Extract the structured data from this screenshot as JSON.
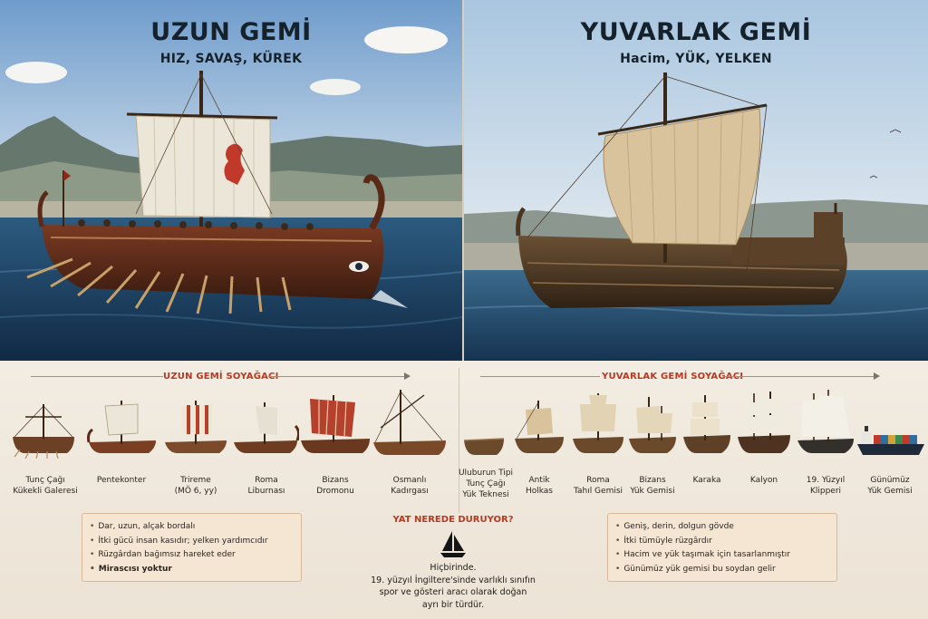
{
  "left_panel": {
    "title": "UZUN GEMİ",
    "subtitle": "HIZ, SAVAŞ, KÜREK"
  },
  "right_panel": {
    "title": "YUVARLAK GEMİ",
    "subtitle": "Hacim, YÜK, YELKEN"
  },
  "long_tree": {
    "title": "UZUN GEMİ SOYAĞACI",
    "ships": [
      {
        "line1": "Tunç Çağı",
        "line2": "Kükekli Galeresi"
      },
      {
        "line1": "Pentekonter",
        "line2": ""
      },
      {
        "line1": "Trireme",
        "line2": "(MÖ 6, yy)"
      },
      {
        "line1": "Roma",
        "line2": "Liburnası"
      },
      {
        "line1": "Bizans",
        "line2": "Dromonu"
      },
      {
        "line1": "Osmanlı",
        "line2": "Kadırgası"
      }
    ],
    "bullets": [
      "Dar, uzun, alçak bordalı",
      "İtki gücü insan kasıdır; yelken yardımcıdır",
      "Rüzgârdan bağımsız hareket eder",
      "Mirascısı yoktur"
    ]
  },
  "round_tree": {
    "title": "YUVARLAK GEMİ SOYAĞACI",
    "ships": [
      {
        "line1": "Uluburun Tipi",
        "line2": "Tunç Çağı",
        "line3": "Yük Teknesi"
      },
      {
        "line1": "Antik",
        "line2": "Holkas",
        "line3": ""
      },
      {
        "line1": "Roma",
        "line2": "Tahıl Gemisi",
        "line3": ""
      },
      {
        "line1": "Bizans",
        "line2": "Yük Gemisi",
        "line3": ""
      },
      {
        "line1": "Karaka",
        "line2": "",
        "line3": ""
      },
      {
        "line1": "Kalyon",
        "line2": "",
        "line3": ""
      },
      {
        "line1": "19. Yüzyıl",
        "line2": "Klipperi",
        "line3": ""
      },
      {
        "line1": "Günümüz",
        "line2": "Yük Gemisi",
        "line3": ""
      }
    ],
    "bullets": [
      "Geniş, derin, dolgun gövde",
      "İtki tümüyle rüzgârdır",
      "Hacim ve yük taşımak için tasarlanmıştır",
      "Günümüz yük gemisi bu soydan gelir"
    ]
  },
  "yacht": {
    "question": "YAT NEREDE DURUYOR?",
    "answer": [
      "Hiçbirinde.",
      "19. yüzyıl İngiltere'sinde varlıklı sınıfın",
      "spor ve gösteri aracı olarak doğan",
      "ayrı bir türdür."
    ],
    "icon": "sailboat-icon"
  },
  "colors": {
    "accent_red": "#b53a22",
    "box_fill": "#f5e6d3",
    "sea": "#1f4466",
    "sky": "#a9c6e0"
  }
}
